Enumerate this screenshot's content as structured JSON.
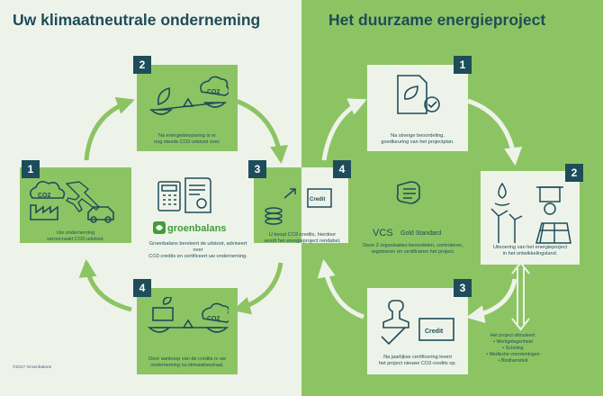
{
  "left_title": "Uw klimaatneutrale onderneming",
  "right_title": "Het duurzame energieproject",
  "steps_left": [
    {
      "num": "1",
      "lines": [
        "Uw onderneming",
        "veroorzaakt CO2-uitstoot."
      ]
    },
    {
      "num": "2",
      "lines": [
        "Na energiebesparing is er",
        "nog steeds CO2-uitstoot over."
      ]
    },
    {
      "num": "3",
      "lines": []
    },
    {
      "num": "4",
      "lines": [
        "Door aankoop van de credits is uw",
        "onderneming nu klimaatneutraal."
      ]
    }
  ],
  "steps_right": [
    {
      "num": "1",
      "lines": [
        "Na strenge beoordeling,",
        "goedkeuring van het projectplan."
      ]
    },
    {
      "num": "2",
      "lines": [
        "Uitvoering van het energieproject",
        "in het ontwikkelingsland."
      ]
    },
    {
      "num": "3",
      "lines": [
        "Na jaarlijkse certificering levert",
        "het project nieuwe CO2-credits op."
      ]
    },
    {
      "num": "4",
      "lines": [
        "U koopt CO2-credits, hierdoor",
        "wordt het energieproject rendabel."
      ]
    }
  ],
  "center_left": {
    "brand": "groenbalans",
    "lines": [
      "Groenbalans berekent de uitstoot, adviseert over",
      "CO2-credits en certificeert uw onderneming."
    ]
  },
  "center_right": {
    "vcs": "VCS",
    "gold": "Gold Standard",
    "lines": [
      "Deze 2 organisaties beoordelen, controleren,",
      "registreren en certificeren het project."
    ]
  },
  "bullets": {
    "heading": "Het project stimuleert:",
    "items": [
      "• Werkgelegenheid",
      "• Scholing",
      "• Medische voorzieningen",
      "• Biodiversiteit"
    ]
  },
  "labels": {
    "co2": "CO2",
    "credit": "Credit"
  },
  "copyright": "©2017 Groenbalans",
  "colors": {
    "dark": "#1d4d5a",
    "green": "#8cc463",
    "light": "#eef3ea",
    "brand": "#3f9e3a"
  }
}
